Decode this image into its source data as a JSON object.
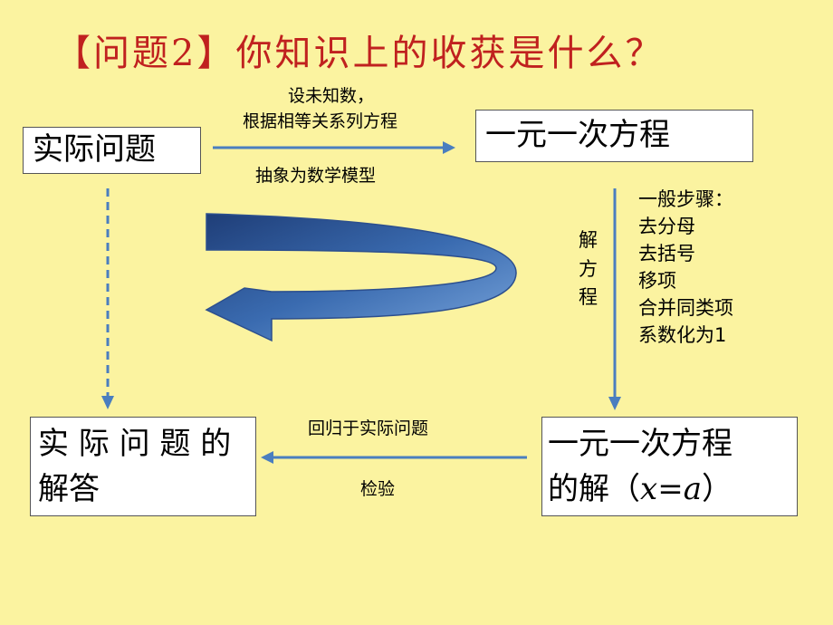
{
  "title": "【问题2】你知识上的收获是什么？",
  "boxes": {
    "actual_problem": "实际问题",
    "equation": "一元一次方程",
    "answer_line1": "实 际 问 题 的",
    "answer_line2": "解答",
    "solution_line1": "一元一次方程",
    "solution_line2_prefix": "的解（",
    "solution_x": "x",
    "solution_eq": "=",
    "solution_a": "a",
    "solution_line2_suffix": "）"
  },
  "labels": {
    "set_unknown": "设未知数，",
    "find_relation": "根据相等关系列方程",
    "abstract": "抽象为数学模型",
    "solve_1": "解",
    "solve_2": "方",
    "solve_3": "程",
    "return": "回归于实际问题",
    "check": "检验"
  },
  "steps": {
    "heading": "一般步骤：",
    "items": [
      "去分母",
      "去括号",
      "移项",
      "合并同类项",
      "系数化为1"
    ]
  },
  "colors": {
    "background": "#fbf3a0",
    "title": "#c0211f",
    "arrow": "#4a7ebf",
    "curved_arrow_dark": "#1f3e78",
    "curved_arrow_light": "#6a9ad4"
  }
}
